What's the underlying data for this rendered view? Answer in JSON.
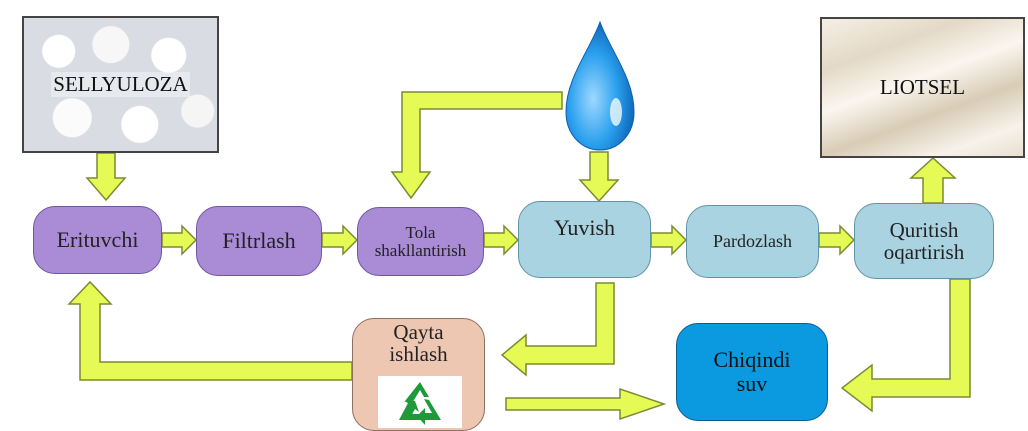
{
  "images": {
    "sellyuloza": "SELLYULOZA",
    "liotsel": "LIOTSEL"
  },
  "steps": {
    "erituvchi": "Erituvchi",
    "filtrlash": "Filtrlash",
    "tola_line1": "Tola",
    "tola_line2": "shakllantirish",
    "yuvish": "Yuvish",
    "pardozlash": "Pardozlash",
    "quritish_line1": "Quritish",
    "quritish_line2": "oqartirish"
  },
  "qayta": {
    "line1": "Qayta",
    "line2": "ishlash"
  },
  "chiqindi": {
    "line1": "Chiqindi",
    "line2": "suv"
  },
  "colors": {
    "purple_step": "#a98bd6",
    "teal_step": "#a9d3e0",
    "arrow_fill": "#e6fa55",
    "arrow_stroke": "#7c8a32",
    "waste_water": "#0b9ae0",
    "recycle_box": "#edc7b2",
    "recycle_symbol": "#1e9a3a",
    "water_drop": "#1a8fe0"
  }
}
